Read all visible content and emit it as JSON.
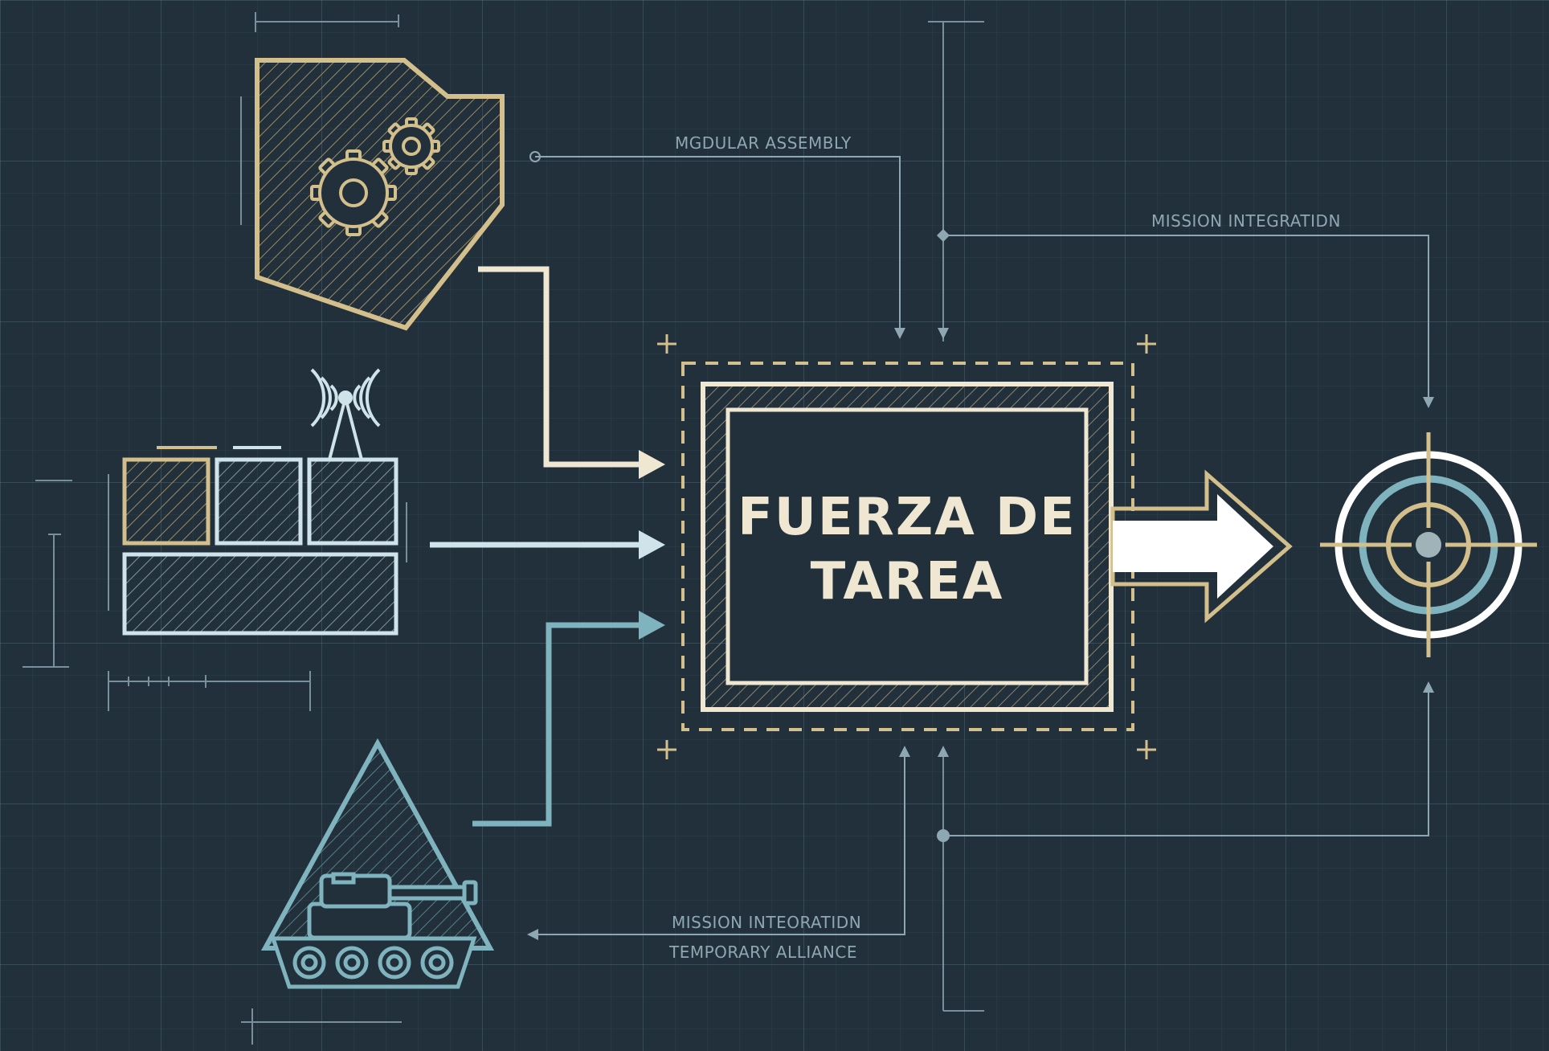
{
  "labels": {
    "modular_assembly": "MGDULAR ASSEMBLY",
    "mission_integration_top": "MISSION INTEGRATIDN",
    "mission_integration_bottom": "MISSION INTEORATIDN",
    "temporary_alliance": "TEMPORARY ALLIANCE"
  },
  "center": {
    "title_line1": "FUERZA DE",
    "title_line2": "TAREA"
  },
  "icons": {
    "gears_block": "gears-icon",
    "radio_modules": "radio-antenna-icon",
    "tank": "tank-icon",
    "target": "crosshair-target-icon"
  },
  "colors": {
    "background": "#22303b",
    "gold": "#d3bf8c",
    "cream": "#efe7d2",
    "light_blue": "#cfe3ea",
    "teal": "#7fb3be",
    "line_gray": "#8ea8b3"
  }
}
